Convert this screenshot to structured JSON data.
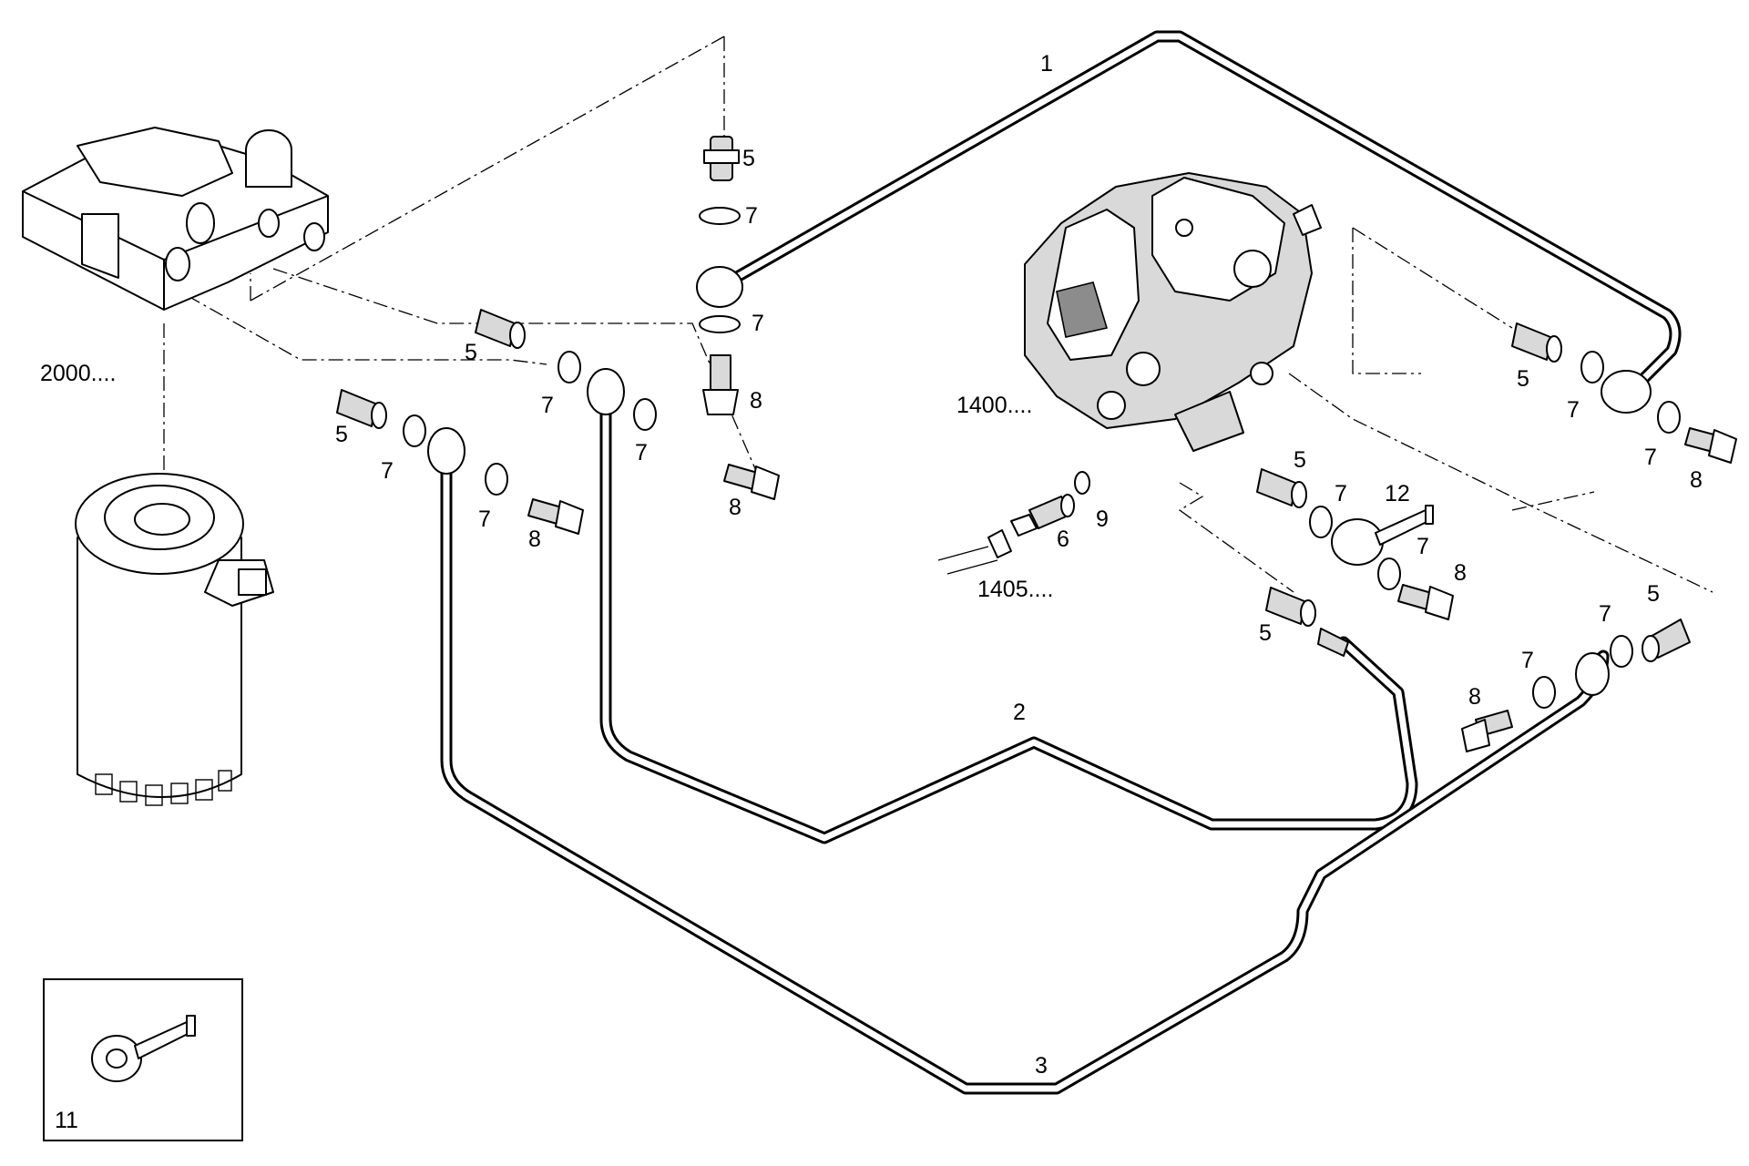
{
  "diagram": {
    "assembly_refs": {
      "filter_head": "2000....",
      "pump": "1400....",
      "return_line": "1405...."
    },
    "callouts": {
      "pipe_1": "1",
      "pipe_2": "2",
      "pipe_3": "3",
      "union_a": "5",
      "washer_a1": "7",
      "washer_a2": "7",
      "screw_a": "8",
      "union_b": "5",
      "washer_b1": "7",
      "washer_b2": "7",
      "screw_b": "8",
      "union_c": "5",
      "washer_c1": "7",
      "washer_c2": "7",
      "screw_c": "8",
      "union_d": "5",
      "washer_d1": "7",
      "washer_d2": "7",
      "screw_d": "8",
      "union_e": "5",
      "washer_e1": "7",
      "washer_e2": "7",
      "screw_e": "8",
      "union_f": "5",
      "union_g": "5",
      "washer_g1": "7",
      "washer_g2": "7",
      "screw_g": "8",
      "fitting_6": "6",
      "seal_9": "9",
      "banjo_12": "12",
      "inset_11": "11"
    }
  }
}
